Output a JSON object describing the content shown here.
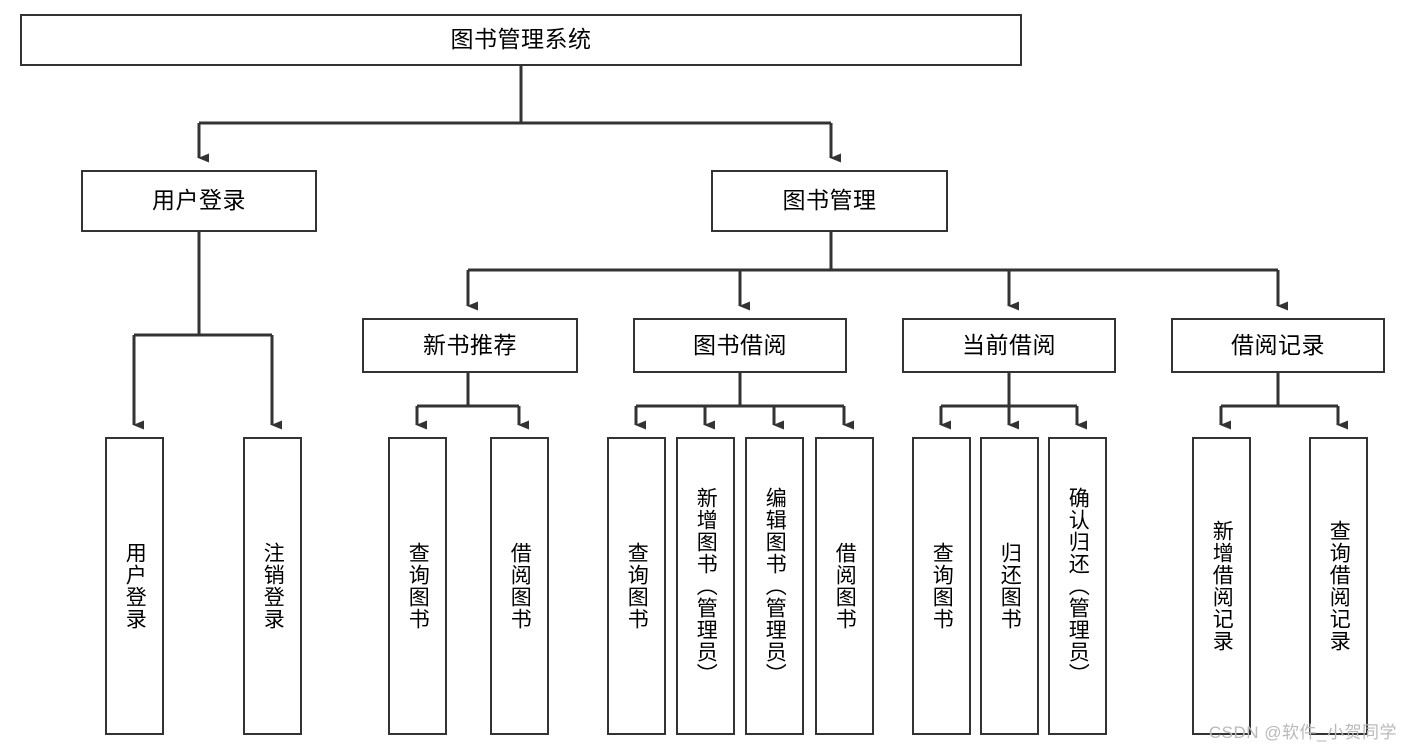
{
  "diagram": {
    "kind": "tree-hierarchy-chart",
    "root": {
      "id": "root",
      "label": "图书管理系统"
    },
    "level1": [
      {
        "id": "user-login",
        "label": "用户登录"
      },
      {
        "id": "book-manage",
        "label": "图书管理"
      }
    ],
    "level2": [
      {
        "id": "new-book-recommend",
        "label": "新书推荐",
        "parent": "book-manage"
      },
      {
        "id": "book-borrow",
        "label": "图书借阅",
        "parent": "book-manage"
      },
      {
        "id": "current-borrow",
        "label": "当前借阅",
        "parent": "book-manage"
      },
      {
        "id": "borrow-record",
        "label": "借阅记录",
        "parent": "book-manage"
      }
    ],
    "leaves": [
      {
        "id": "leaf-user-login",
        "label": "用户登录",
        "parent": "user-login"
      },
      {
        "id": "leaf-logout-login",
        "label": "注销登录",
        "parent": "user-login"
      },
      {
        "id": "leaf-query-book-1",
        "label": "查询图书",
        "parent": "new-book-recommend"
      },
      {
        "id": "leaf-borrow-book-1",
        "label": "借阅图书",
        "parent": "new-book-recommend"
      },
      {
        "id": "leaf-query-book-2",
        "label": "查询图书",
        "parent": "book-borrow"
      },
      {
        "id": "leaf-add-book",
        "label": "新增图书（管理员）",
        "parent": "book-borrow"
      },
      {
        "id": "leaf-edit-book",
        "label": "编辑图书（管理员）",
        "parent": "book-borrow"
      },
      {
        "id": "leaf-borrow-book-2",
        "label": "借阅图书",
        "parent": "book-borrow"
      },
      {
        "id": "leaf-query-book-3",
        "label": "查询图书",
        "parent": "current-borrow"
      },
      {
        "id": "leaf-return-book",
        "label": "归还图书",
        "parent": "current-borrow"
      },
      {
        "id": "leaf-confirm-return",
        "label": "确认归还（管理员）",
        "parent": "current-borrow"
      },
      {
        "id": "leaf-add-record",
        "label": "新增借阅记录",
        "parent": "borrow-record"
      },
      {
        "id": "leaf-query-record",
        "label": "查询借阅记录",
        "parent": "borrow-record"
      }
    ]
  },
  "watermark": {
    "text": "CSDN @软件_小贺同学"
  },
  "colors": {
    "border": "#333333",
    "background": "#ffffff",
    "text": "#000000",
    "watermark": "#b9b9b9"
  }
}
